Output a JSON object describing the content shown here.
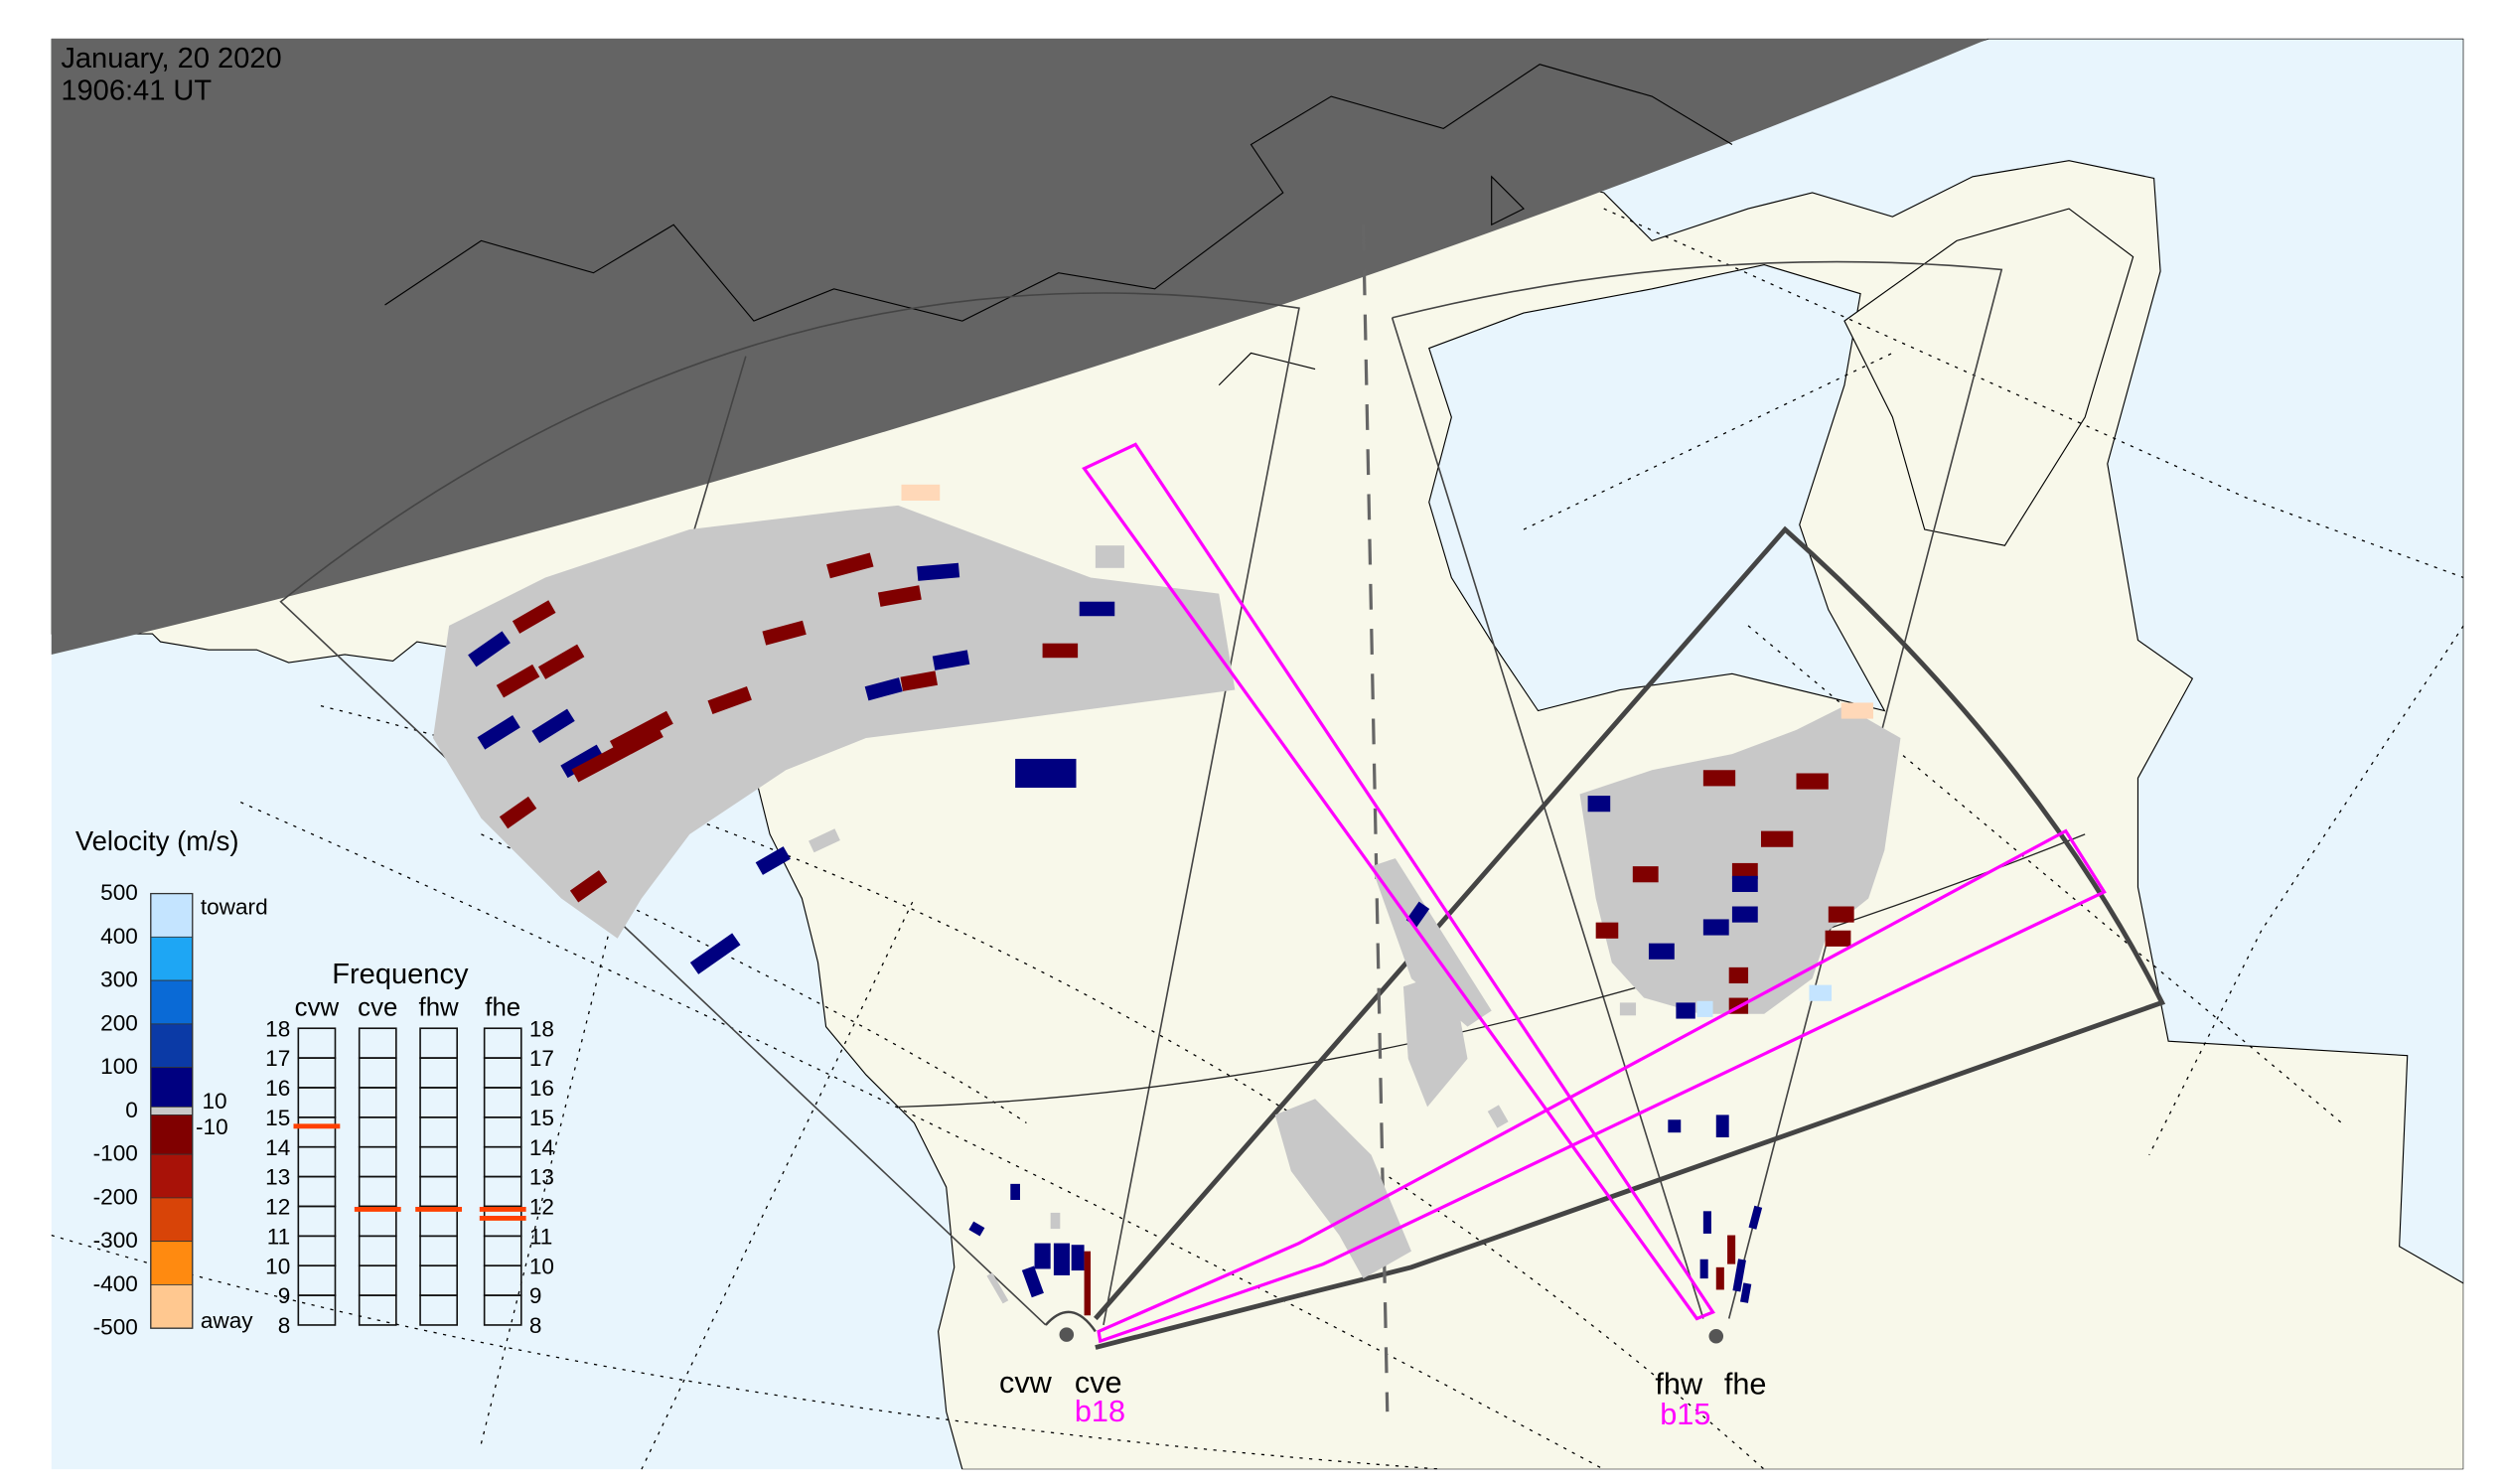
{
  "header": {
    "date": "January, 20 2020",
    "time": "1906:41 UT"
  },
  "legend": {
    "title": "Velocity (m/s)",
    "ticks": [
      "500",
      "400",
      "300",
      "200",
      "100",
      "0",
      "-100",
      "-200",
      "-300",
      "-400",
      "-500"
    ],
    "toward_label": "toward",
    "away_label": "away",
    "ground_scatter_upper": "10",
    "ground_scatter_lower": "-10",
    "colors": [
      "#c4e4ff",
      "#1ea6f4",
      "#0a6ad6",
      "#0b3aa6",
      "#000080",
      "#800000",
      "#a81208",
      "#d84408",
      "#ff8a10",
      "#ffc890"
    ],
    "ground_scatter_color": "#c8c8c8"
  },
  "frequency": {
    "title": "Frequency",
    "radars": [
      "cvw",
      "cve",
      "fhw",
      "fhe"
    ],
    "ticks": [
      "18",
      "17",
      "16",
      "15",
      "14",
      "13",
      "12",
      "11",
      "10",
      "9",
      "8"
    ],
    "range_mhz": [
      8,
      18
    ],
    "values_mhz": {
      "cvw": [
        14.7
      ],
      "cve": [
        11.9
      ],
      "fhw": [
        11.9
      ],
      "fhe": [
        11.9,
        11.6
      ]
    },
    "marker_color": "#ff4000"
  },
  "sites": {
    "cvw": "cvw",
    "cve": "cve",
    "fhw": "fhw",
    "fhe": "fhe",
    "beam_cve": "b18",
    "beam_fhw": "b15",
    "beam_color": "#ff00ff"
  },
  "colors": {
    "ocean": "#e8f5fd",
    "land": "#f8f8ea",
    "night": "#646464",
    "toward": "#000080",
    "away": "#800000"
  }
}
